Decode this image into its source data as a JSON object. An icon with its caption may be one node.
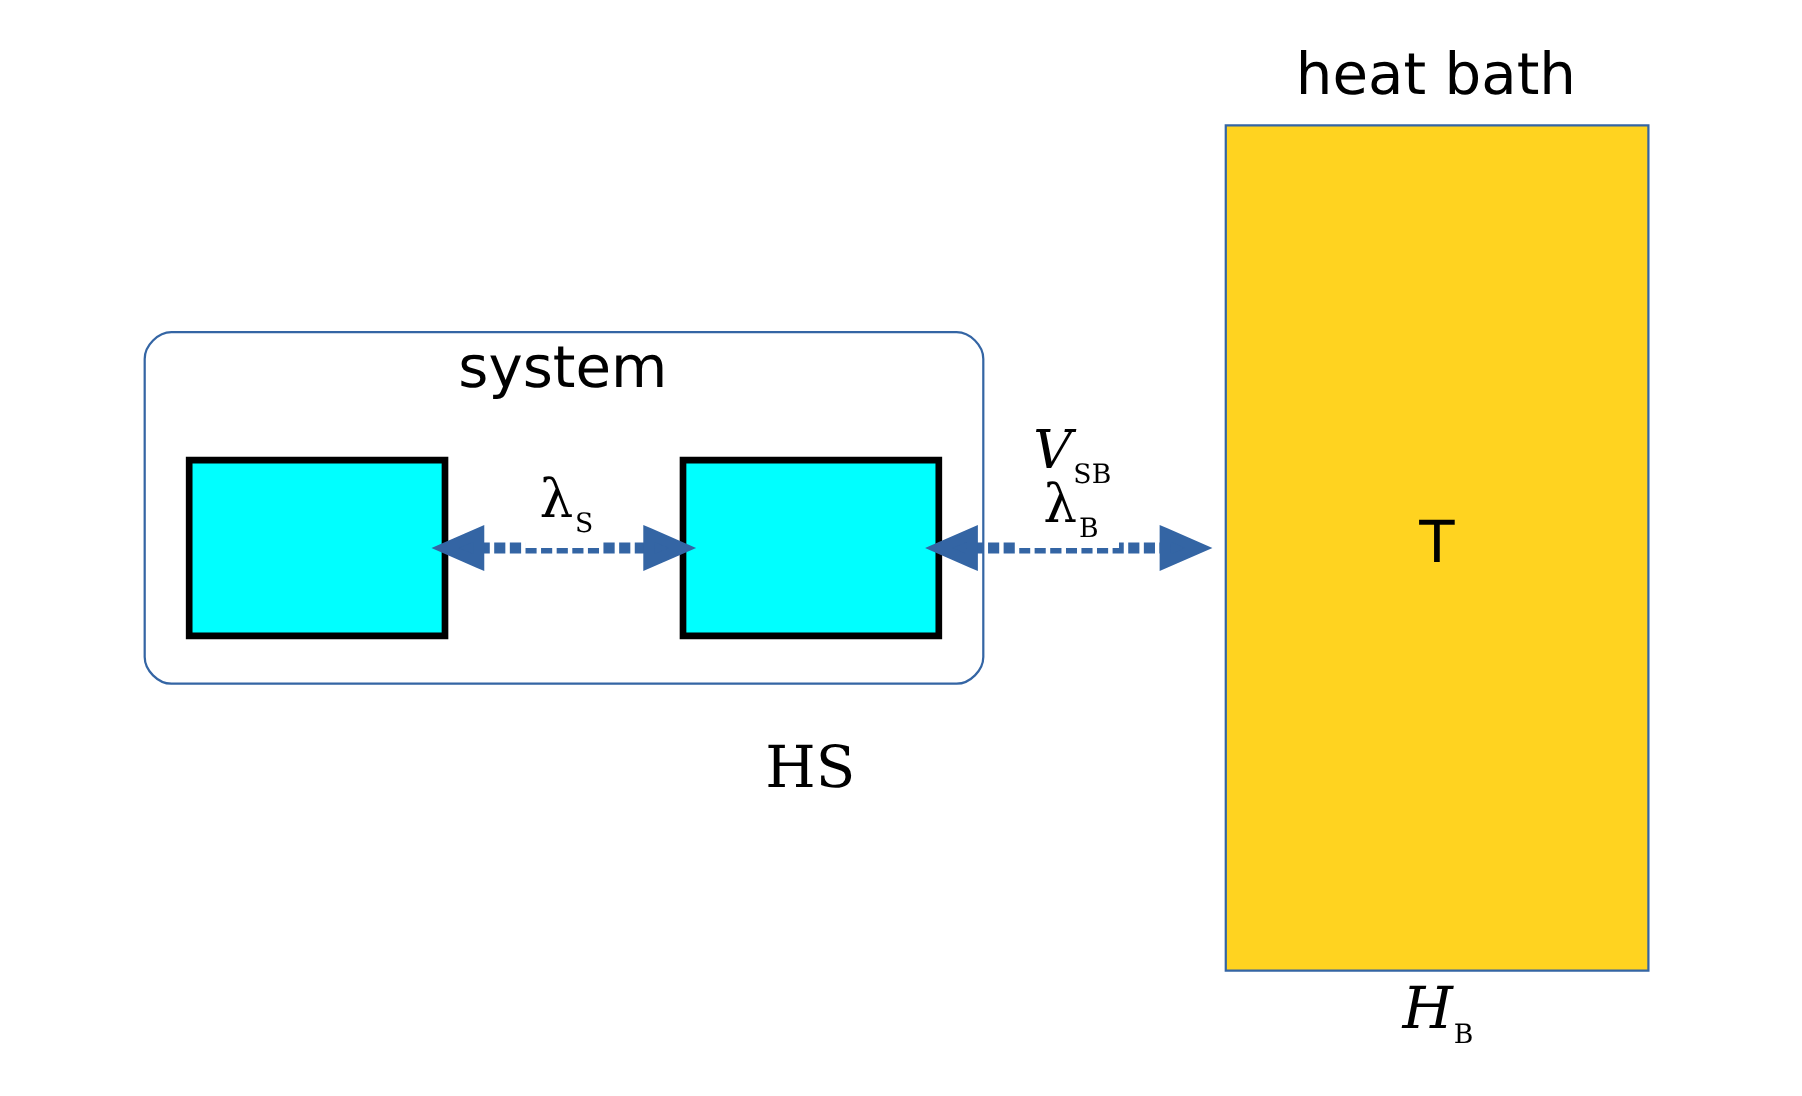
{
  "diagram": {
    "nodes": [
      {
        "text": [
          "system"
        ],
        "beside": [
          "HS"
        ]
      },
      {
        "text": [],
        "shape": "box",
        "in": 0
      },
      {
        "text": [],
        "shape": "box",
        "in": 0
      },
      {
        "text": [
          "heat bath",
          "T"
        ],
        "beside": [
          "*H*$_{B}$"
        ]
      }
    ],
    "edges": [
      {
        "from": 1,
        "to": 2,
        "arrow": "both",
        "label": "λ$_{S}$",
        "style": "dashed"
      },
      {
        "from": 2,
        "to": 3,
        "arrow": "both",
        "label": "*V*$_{SB}$ λ$_{B}$",
        "style": "dashed"
      }
    ]
  }
}
